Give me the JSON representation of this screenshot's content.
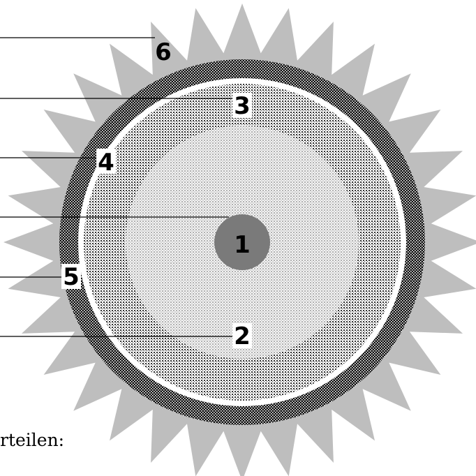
{
  "diagram": {
    "labels": {
      "core": "1",
      "inner_layer": "2",
      "middle_layer": "3",
      "ring_boundary": "4",
      "outer_ring": "5",
      "star_rays": "6"
    },
    "caption": "rteilen:",
    "ray_count": 32,
    "colors": {
      "rays": "#bebebe",
      "core": "#7a7a7a",
      "outer_ring": "#111111",
      "gap_ring": "#ffffff",
      "lines": "#000000"
    }
  }
}
